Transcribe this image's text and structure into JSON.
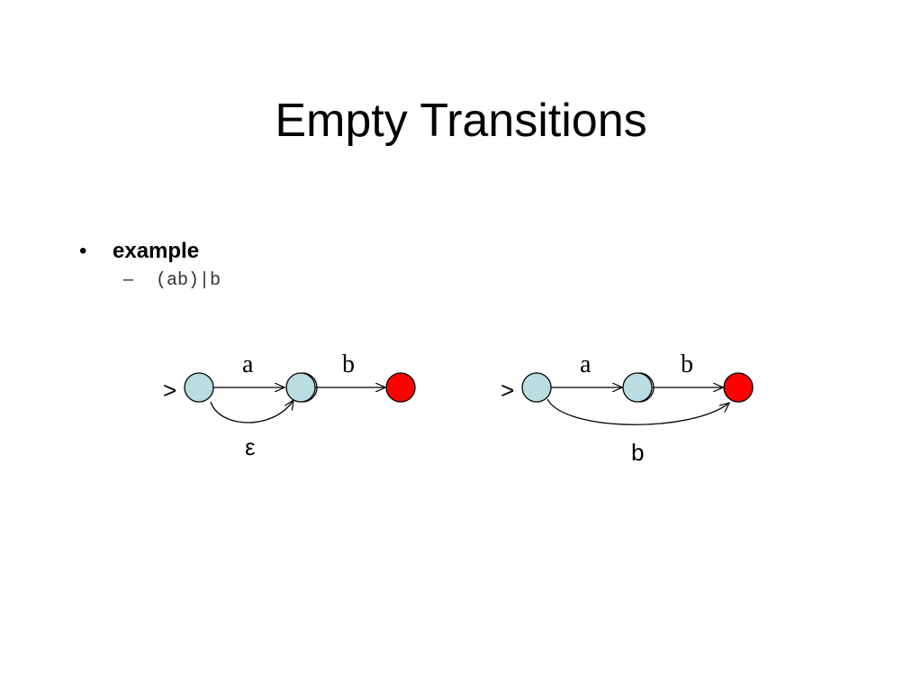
{
  "slide": {
    "title": "Empty Transitions",
    "bullets": [
      {
        "text": "example",
        "marker": "•",
        "sub_items": [
          {
            "marker": "–",
            "text": "(ab)|b"
          }
        ]
      }
    ]
  },
  "automata": [
    {
      "start_marker": ">",
      "labels": {
        "first": "a",
        "second": "b",
        "lower": "ε"
      }
    },
    {
      "start_marker": ">",
      "labels": {
        "first": "a",
        "second": "b",
        "lower": "b"
      }
    }
  ],
  "colors": {
    "state_fill": "#b9dde1",
    "final_state_fill": "#ff0000",
    "edge": "#000000"
  }
}
